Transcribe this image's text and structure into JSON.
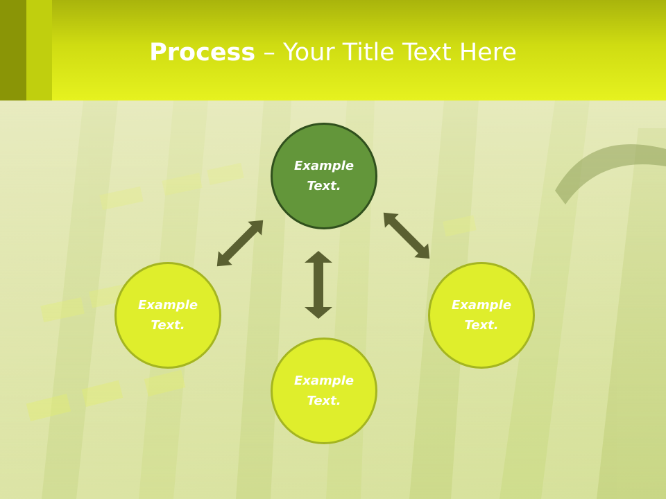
{
  "slide": {
    "title_bold": "Process",
    "title_rest": " – Your Title Text Here"
  },
  "diagram": {
    "center": {
      "line1": "Example",
      "line2": "Text."
    },
    "left": {
      "line1": "Example",
      "line2": "Text."
    },
    "bottom": {
      "line1": "Example",
      "line2": "Text."
    },
    "right": {
      "line1": "Example",
      "line2": "Text."
    }
  },
  "colors": {
    "header": "#e6f21f",
    "center_fill": "#63963a",
    "outer_fill": "#dfee2c",
    "arrow": "#5a6031"
  }
}
